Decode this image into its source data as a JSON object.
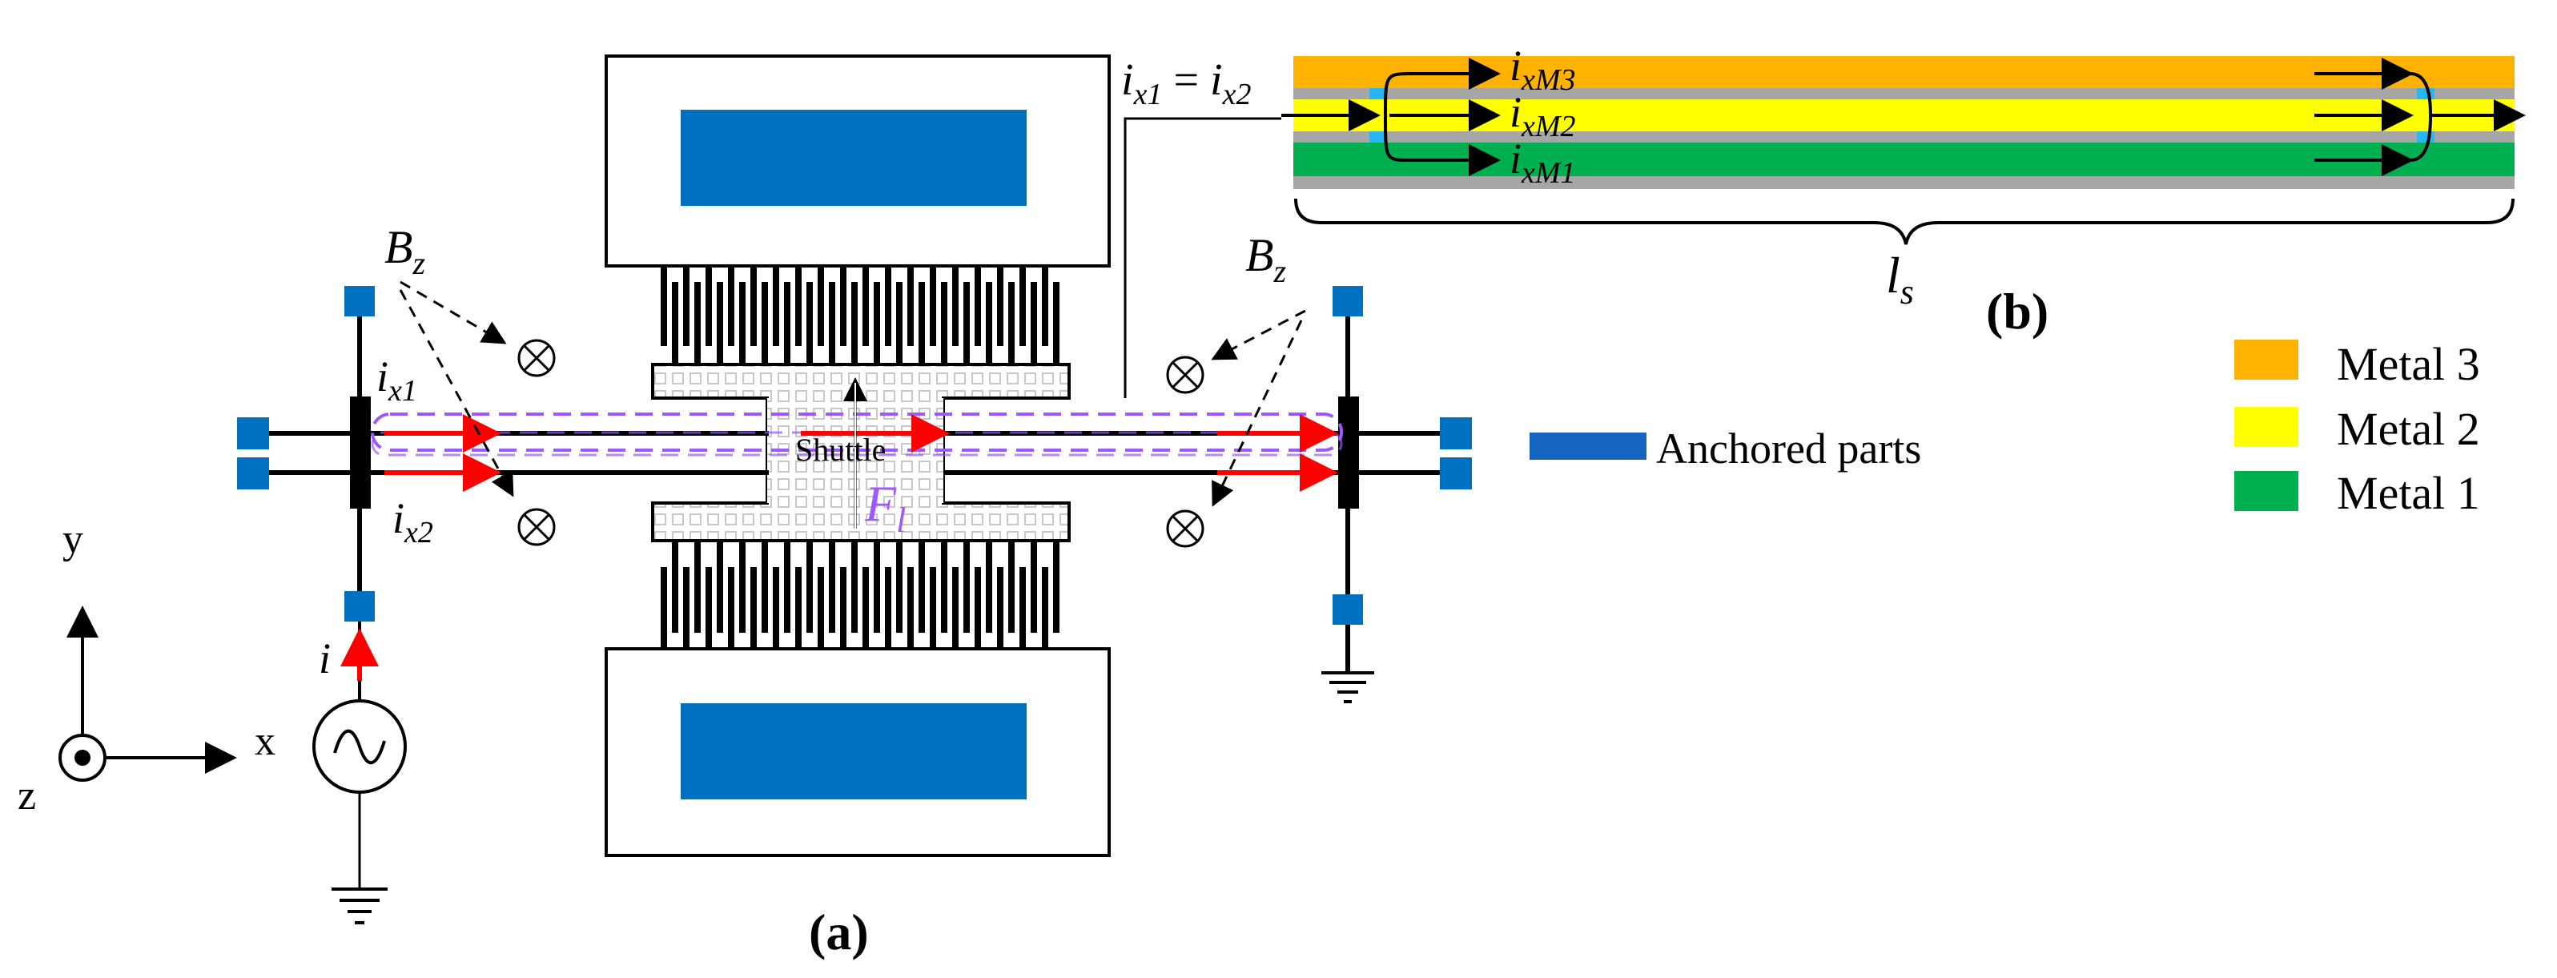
{
  "panel_labels": {
    "a": "(a)",
    "b": "(b)"
  },
  "labels": {
    "Bz": {
      "main": "B",
      "sub": "z"
    },
    "ix1": {
      "main": "i",
      "sub": "x1"
    },
    "ix2": {
      "main": "i",
      "sub": "x2"
    },
    "i": "i",
    "Fl": {
      "main": "F",
      "sub": "l"
    },
    "shuttle": "Shuttle",
    "eq_left": {
      "main": "i",
      "sub": "x1"
    },
    "eq_sign": " = ",
    "eq_right": {
      "main": "i",
      "sub": "x2"
    },
    "ixM3": {
      "main": "i",
      "sub": "xM3"
    },
    "ixM2": {
      "main": "i",
      "sub": "xM2"
    },
    "ixM1": {
      "main": "i",
      "sub": "xM1"
    },
    "ls": {
      "main": "l",
      "sub": "s"
    }
  },
  "axes": {
    "x": "x",
    "y": "y",
    "z": "z"
  },
  "legend": [
    {
      "label": "Anchored parts",
      "color": "#1565c0"
    },
    {
      "label": "Metal 3",
      "color": "#ffb300"
    },
    {
      "label": "Metal 2",
      "color": "#ffff00"
    },
    {
      "label": "Metal 1",
      "color": "#00b050"
    }
  ],
  "colors": {
    "anchor": "#0070c0",
    "current_arrow": "#ff0000",
    "field_loop": "#9b59ff",
    "metal3": "#ffb300",
    "metal2": "#ffff00",
    "metal1": "#00b050",
    "dielectric": "#a6a6a6",
    "via": "#29b6f6"
  }
}
